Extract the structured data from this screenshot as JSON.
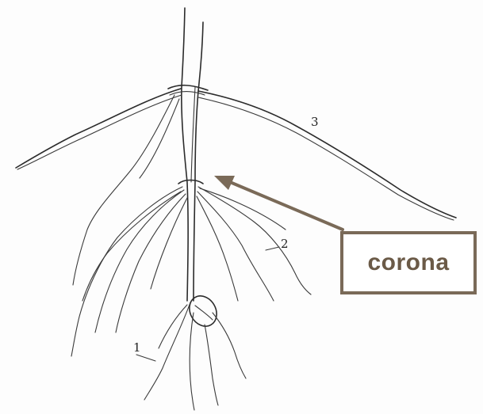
{
  "diagram": {
    "part_labels": [
      "1",
      "2",
      "3"
    ],
    "callout_label": "corona",
    "callout_color": "#7a6a58"
  }
}
